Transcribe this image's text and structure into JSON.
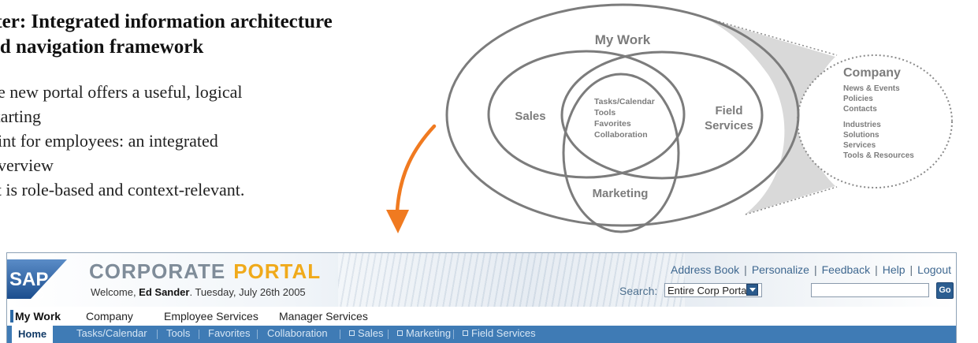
{
  "heading": "fter: Integrated information architecture\nnd navigation framework",
  "description": "he new portal offers a useful, logical starting\noint for employees: an integrated overview\nat is role-based and context-relevant.",
  "diagram": {
    "my_work": "My Work",
    "sales": "Sales",
    "field_services_1": "Field",
    "field_services_2": "Services",
    "marketing": "Marketing",
    "shared": [
      "Tasks/Calendar",
      "Tools",
      "Favorites",
      "Collaboration"
    ],
    "company_title": "Company",
    "company_items": [
      "News & Events",
      "Policies",
      "Contacts",
      "Industries",
      "Solutions",
      "Services",
      "Tools & Resources"
    ]
  },
  "colors": {
    "arrow": "#f07a20",
    "circle": "#7c7c7c",
    "nav_bar": "#3f7bb5",
    "brand_accent": "#f0aa1b"
  },
  "portal": {
    "logo": "SAP",
    "brand_part1": "CORPORATE",
    "brand_part2": "PORTAL",
    "welcome_prefix": "Welcome, ",
    "user": "Ed Sander",
    "date": ". Tuesday, July 26th 2005",
    "top_links": [
      "Address Book",
      "Personalize",
      "Feedback",
      "Help",
      "Logout"
    ],
    "search_label": "Search:",
    "search_scope": "Entire Corp Portal",
    "search_value": "",
    "go_label": "Go",
    "nav1": [
      "My Work",
      "Company",
      "Employee Services",
      "Manager Services"
    ],
    "nav2_home": "Home",
    "nav2": [
      "Tasks/Calendar",
      "Tools",
      "Favorites",
      "Collaboration",
      "Sales",
      "Marketing",
      "Field Services"
    ]
  }
}
